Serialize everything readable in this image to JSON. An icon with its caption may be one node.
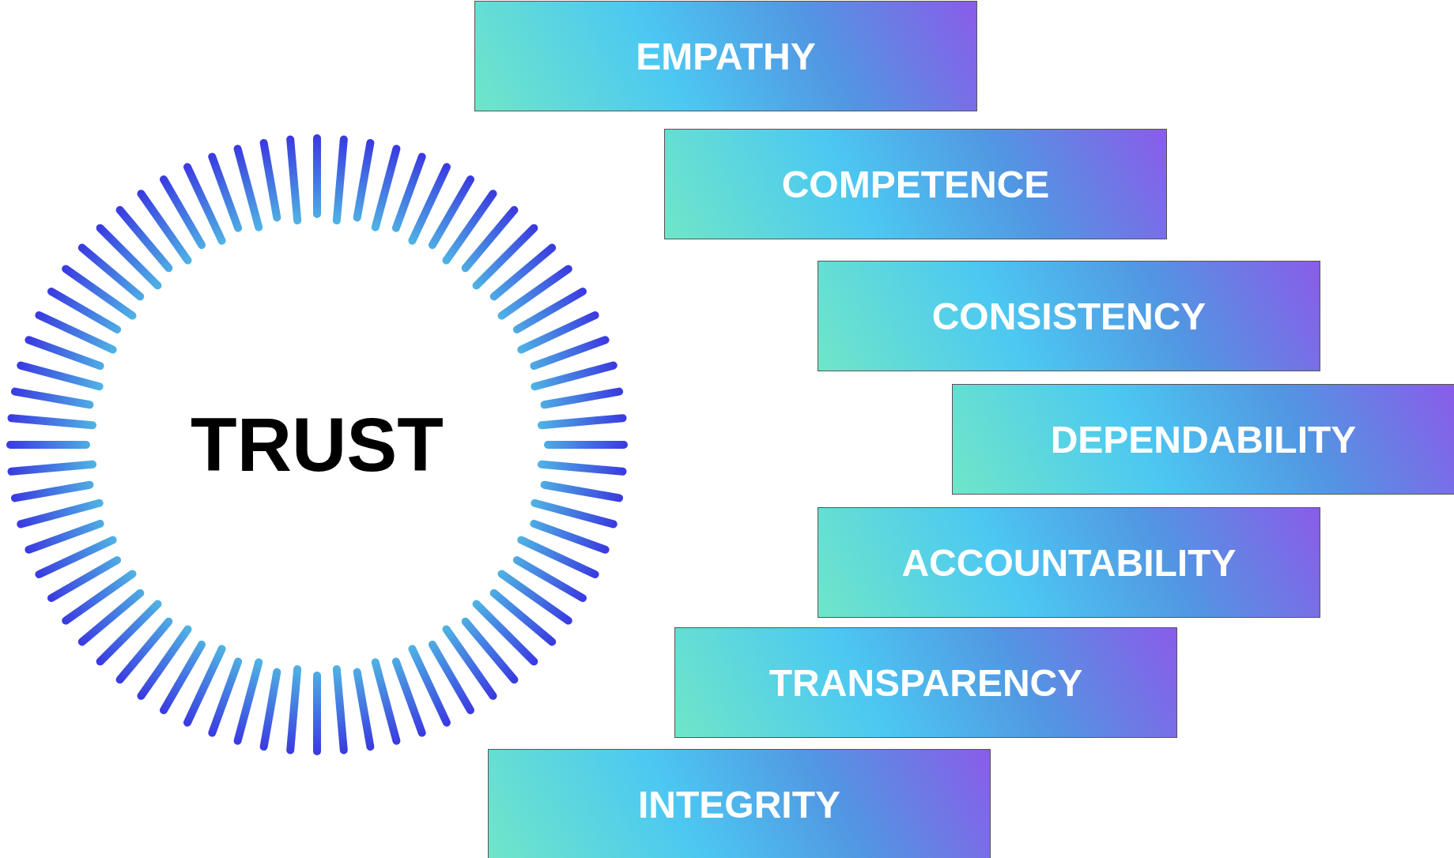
{
  "diagram": {
    "nodes": [
      {
        "text": [
          "TRUST"
        ]
      },
      {
        "text": [
          "EMPATHY"
        ]
      },
      {
        "text": [
          "COMPETENCE"
        ]
      },
      {
        "text": [
          "CONSISTENCY"
        ]
      },
      {
        "text": [
          "DEPENDABILITY"
        ]
      },
      {
        "text": [
          "ACCOUNTABILITY"
        ]
      },
      {
        "text": [
          "TRANSPARENCY"
        ]
      },
      {
        "text": [
          "INTEGRITY"
        ]
      }
    ]
  }
}
